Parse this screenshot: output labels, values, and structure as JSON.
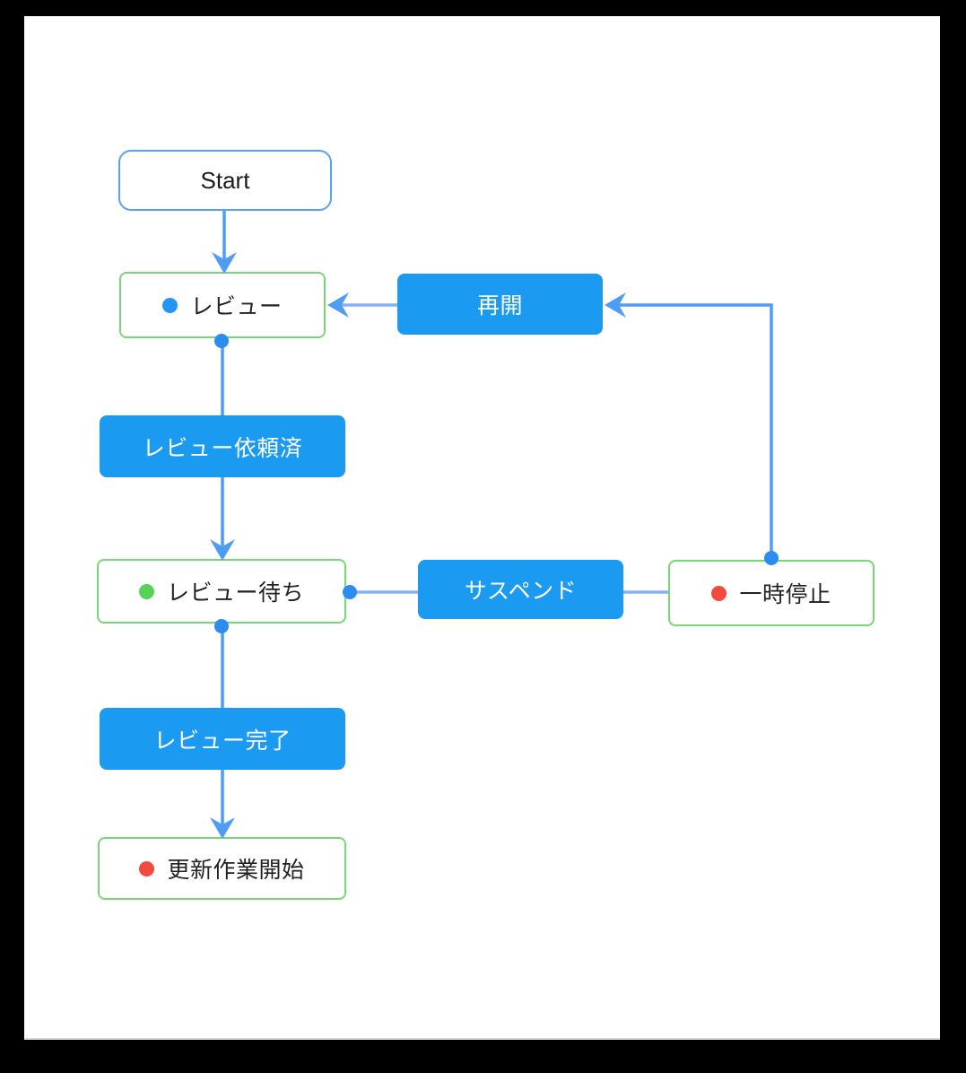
{
  "nodes": {
    "start": {
      "label": "Start",
      "type": "start"
    },
    "review": {
      "label": "レビュー",
      "status_color": "#2396F5"
    },
    "review_waiting": {
      "label": "レビュー待ち",
      "status_color": "#56D256"
    },
    "pause": {
      "label": "一時停止",
      "status_color": "#F4493F"
    },
    "update_start": {
      "label": "更新作業開始",
      "status_color": "#F4493F"
    }
  },
  "transitions": {
    "resume": {
      "label": "再開",
      "from": "一時停止",
      "to": "レビュー"
    },
    "review_requested": {
      "label": "レビュー依頼済",
      "from": "レビュー",
      "to": "レビュー待ち"
    },
    "suspend": {
      "label": "サスペンド",
      "from": "レビュー待ち",
      "to": "一時停止"
    },
    "review_done": {
      "label": "レビュー完了",
      "from": "レビュー待ち",
      "to": "更新作業開始"
    }
  },
  "colors": {
    "frame_bg": "#000000",
    "canvas_bg": "#FFFFFF",
    "transition_fill_blue": "#1B9AF2",
    "state_border_green": "#77D877",
    "start_border_blue": "#5C9FF5",
    "edge_blue": "#4F9CF4",
    "edge_light_blue": "#85B2F7",
    "edge_dot_blue": "#2D8CF0",
    "status_blue": "#2396F5",
    "status_green": "#56D256",
    "status_red": "#F4493F",
    "text_dark": "#222222",
    "text_white": "#FFFFFF"
  }
}
